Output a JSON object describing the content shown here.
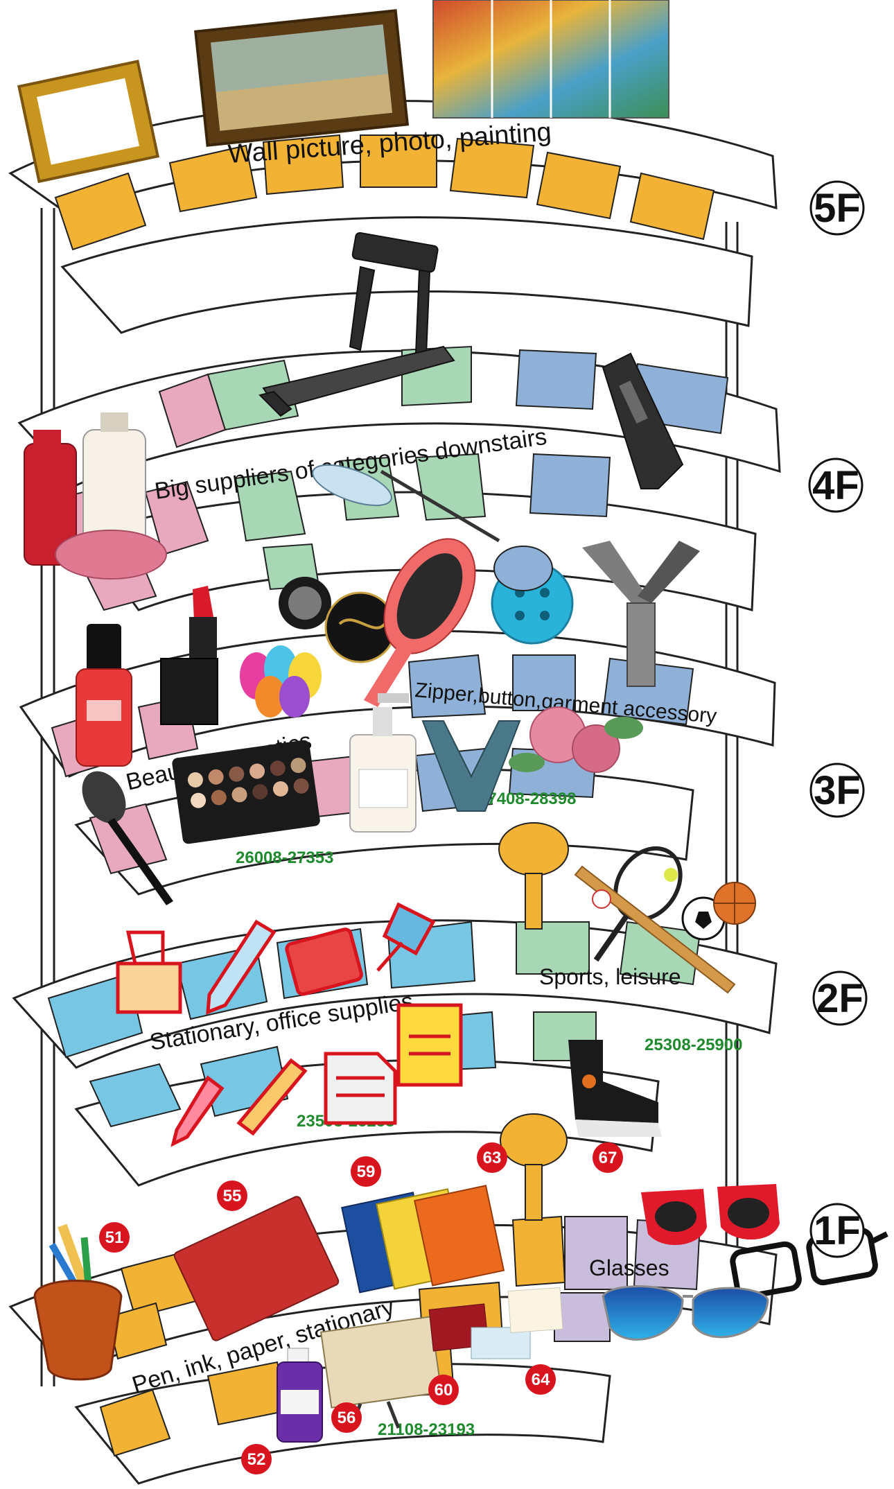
{
  "colors": {
    "orange": "#F2B233",
    "pink": "#E8A9BF",
    "green": "#A8D7B6",
    "blue": "#8FB1D8",
    "cyan": "#76C6E4",
    "lavender": "#C9BDDC",
    "marker_red": "#D8141F",
    "range_green": "#1F8A2E",
    "outline": "#222222"
  },
  "floors": [
    {
      "id": "5F",
      "label": "5F",
      "zones": [
        {
          "label": "Wall picture, photo, painting"
        }
      ],
      "range": ""
    },
    {
      "id": "4F",
      "label": "4F",
      "zones": [
        {
          "label": "Big suppliers of categories downstairs"
        }
      ],
      "range": ""
    },
    {
      "id": "3F",
      "label": "3F",
      "zones": [
        {
          "label": "Beauty, cosmetics",
          "range": "26008-27353"
        },
        {
          "label": "Zipper,button,garment accessory",
          "range": "27408-28398"
        }
      ]
    },
    {
      "id": "2F",
      "label": "2F",
      "zones": [
        {
          "label": "Stationary, office supplies",
          "range": "23508-25253"
        },
        {
          "label": "Sports, leisure",
          "range": "25308-25900"
        }
      ]
    },
    {
      "id": "1F",
      "label": "1F",
      "zones": [
        {
          "label": "Pen, ink, paper, stationary",
          "range": "21108-23193"
        },
        {
          "label": "Glasses"
        }
      ]
    }
  ],
  "markers": [
    "51",
    "52",
    "55",
    "56",
    "59",
    "60",
    "63",
    "64",
    "67"
  ],
  "icons": [
    "picture-frame-icon",
    "painting-icon",
    "treadmill-icon",
    "zipper-pull-icon",
    "lotion-bottle-icon",
    "fishing-lure-icon",
    "nail-polish-icon",
    "lipstick-icon",
    "makeup-sponge-icon",
    "compact-mirror-icon",
    "hair-brush-icon",
    "button-icon",
    "zipper-icon",
    "eyeshadow-palette-icon",
    "makeup-brush-icon",
    "embroidered-patch-icon",
    "binder-clip-icon",
    "pencil-icon",
    "eraser-icon",
    "push-pin-icon",
    "document-icon",
    "notepad-icon",
    "ruler-icon",
    "pen-icon",
    "tennis-racket-icon",
    "baseball-bat-icon",
    "soccer-ball-icon",
    "basketball-icon",
    "ankle-brace-icon",
    "notebook-icon",
    "spiral-notebooks-icon",
    "pencil-cup-icon",
    "paint-bottle-icon",
    "sketch-board-icon",
    "thank-you-card-icon",
    "sunglasses-icon",
    "eyeglasses-icon"
  ]
}
